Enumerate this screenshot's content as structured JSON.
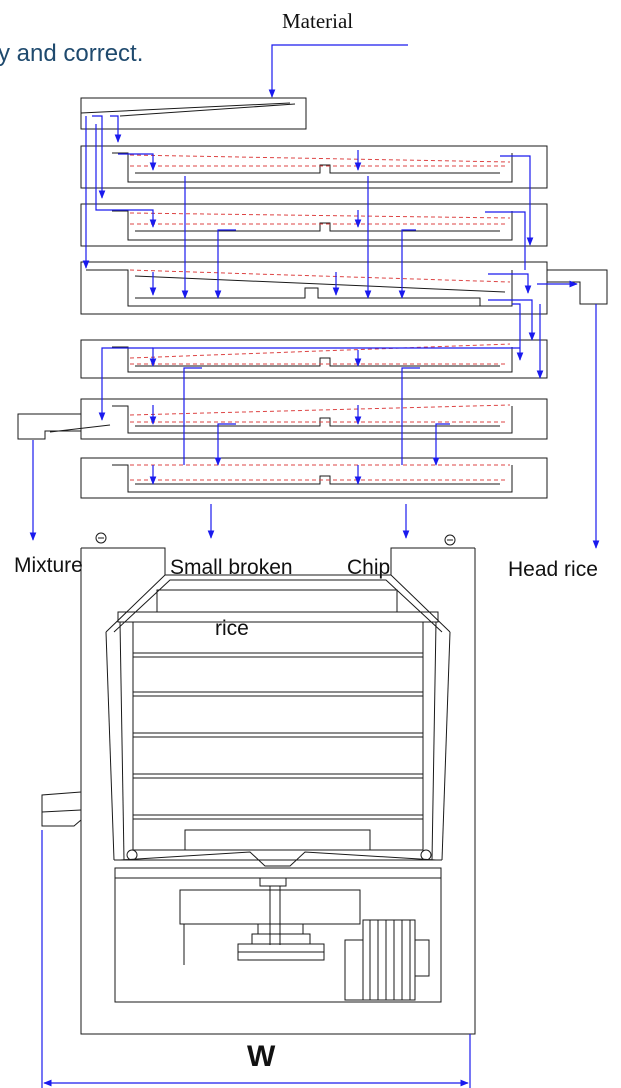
{
  "header": {
    "text": "y and correct."
  },
  "labels": {
    "material": "Material",
    "mixture": "Mixture",
    "small_broken": "Small broken",
    "rice": "rice",
    "chip": "Chip",
    "head_rice": "Head rice",
    "width": "W"
  },
  "colors": {
    "flow": "#1a1aee",
    "screen_mesh": "#d44444",
    "header_text": "#1f4a6e"
  }
}
